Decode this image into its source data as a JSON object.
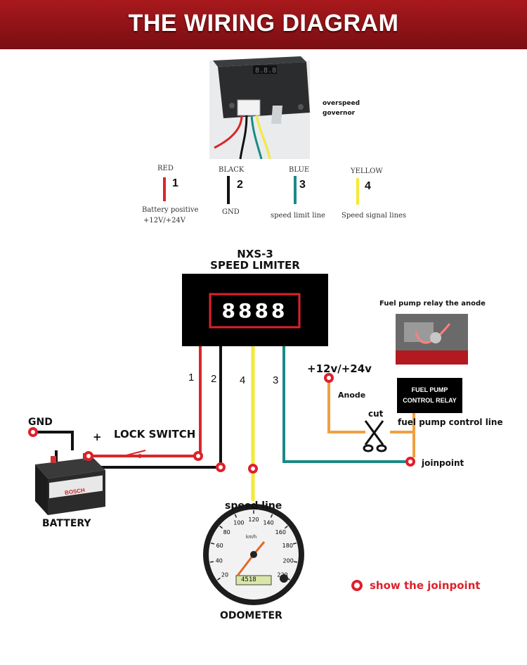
{
  "header": {
    "title": "THE WIRING DIAGRAM"
  },
  "device_photo": {
    "caption": "overspeed governor"
  },
  "wire_legend": [
    {
      "color_name": "RED",
      "number": "1",
      "desc": "Battery positive",
      "desc2": "+12V/+24V",
      "color": "#d9262b"
    },
    {
      "color_name": "BLACK",
      "number": "2",
      "desc": "GND",
      "desc2": "",
      "color": "#111111"
    },
    {
      "color_name": "BLUE",
      "number": "3",
      "desc": "speed limit line",
      "desc2": "",
      "color": "#1a8a86"
    },
    {
      "color_name": "YELLOW",
      "number": "4",
      "desc": "Speed signal lines",
      "desc2": "",
      "color": "#f3ea37"
    }
  ],
  "limiter": {
    "model": "NXS-3",
    "name": "SPEED LIMITER",
    "display": "8888"
  },
  "wire_numbers": [
    "1",
    "2",
    "4",
    "3"
  ],
  "labels": {
    "gnd": "GND",
    "plus": "+",
    "lock_switch": "LOCK SWITCH",
    "battery": "BATTERY",
    "battery_brand": "BOSCH",
    "speed_line": "speed line",
    "odometer": "ODOMETER",
    "voltage": "+12v/+24v",
    "anode": "Anode",
    "cut": "cut",
    "relay_photo_caption": "Fuel pump relay the anode",
    "relay_box_line1": "FUEL PUMP",
    "relay_box_line2": "CONTROL RELAY",
    "fuel_pump_control_line": "fuel pump control line",
    "joinpoint": "joinpoint",
    "legend_joinpoint": "show the joinpoint"
  },
  "gauge": {
    "ticks": [
      "20",
      "40",
      "60",
      "80",
      "100",
      "120",
      "140",
      "160",
      "180",
      "200",
      "220"
    ],
    "unit": "km/h",
    "odometer_reading": "4518"
  },
  "colors": {
    "banner": "#8c1216",
    "red_wire": "#d9262b",
    "black_wire": "#111111",
    "blue_wire": "#1a8a86",
    "yellow_wire": "#f3ea37",
    "orange_wire": "#f0a040",
    "joinpoint": "#e0202a"
  }
}
